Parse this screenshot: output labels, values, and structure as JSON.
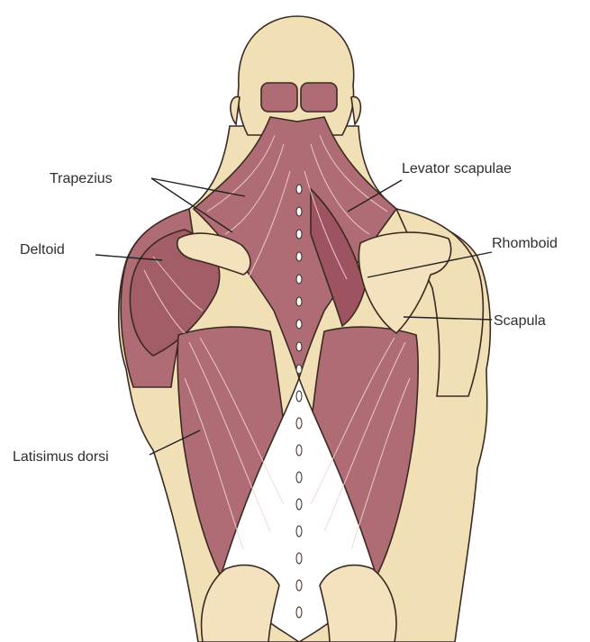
{
  "labels": {
    "trapezius": "Trapezius",
    "levator_scapulae": "Levator scapulae",
    "deltoid": "Deltoid",
    "rhomboid": "Rhomboid",
    "scapula": "Scapula",
    "latissimus_dorsi": "Latisimus dorsi"
  },
  "colors": {
    "skin": "#f1dfb6",
    "muscle": "#b06c75",
    "muscle_dark": "#8a4650",
    "fascia": "#ffffff",
    "bone": "#f3e2bd",
    "line": "#222222"
  },
  "icons": [
    "human-back-figure"
  ]
}
